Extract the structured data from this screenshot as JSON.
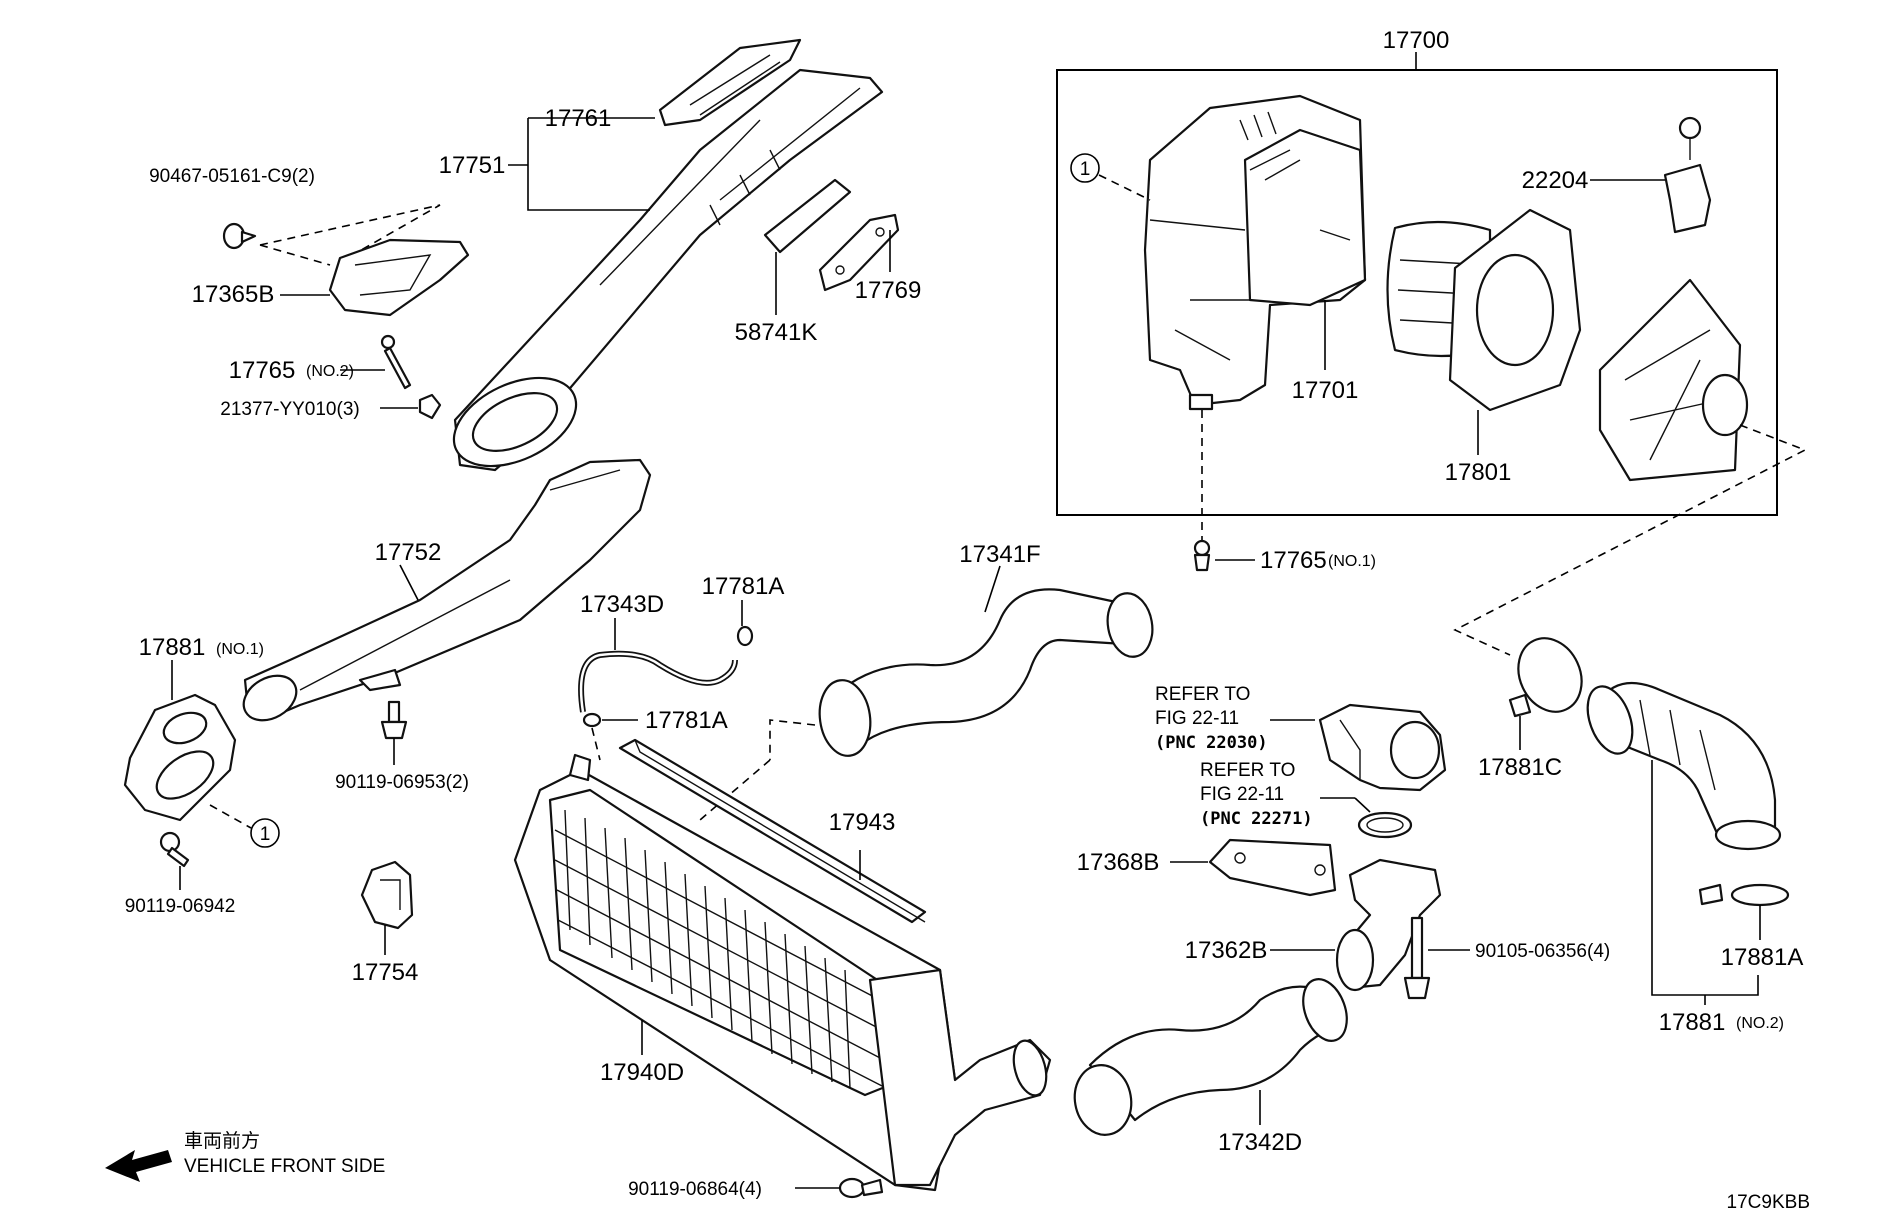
{
  "diagram": {
    "part_labels": {
      "p17700": "17700",
      "p17761": "17761",
      "p17751": "17751",
      "p90467": "90467-05161-C9(2)",
      "p17365B": "17365B",
      "p17765_no2": "17765",
      "p17765_no2_sub": "(NO.2)",
      "p21377": "21377-YY010(3)",
      "p58741K": "58741K",
      "p17769": "17769",
      "p22204": "22204",
      "p17701": "17701",
      "p17801": "17801",
      "p17765_no1": "17765",
      "p17765_no1_sub": "(NO.1)",
      "p17752": "17752",
      "p17881_no1": "17881",
      "p17881_no1_sub": "(NO.1)",
      "p90119_06953": "90119-06953(2)",
      "p90119_06942": "90119-06942",
      "p17754": "17754",
      "p17343D": "17343D",
      "p17781A_top": "17781A",
      "p17781A_mid": "17781A",
      "p17341F": "17341F",
      "p17943": "17943",
      "p17940D": "17940D",
      "p90119_06864": "90119-06864(4)",
      "p17368B": "17368B",
      "p17362B": "17362B",
      "p90105": "90105-06356(4)",
      "p17342D": "17342D",
      "p17881C": "17881C",
      "p17881A_right": "17881A",
      "p17881_no2": "17881",
      "p17881_no2_sub": "(NO.2)"
    },
    "refer_notes": [
      {
        "line1": "REFER TO",
        "line2": "FIG 22-11",
        "pnc": "(PNC 22030)"
      },
      {
        "line1": "REFER TO",
        "line2": "FIG 22-11",
        "pnc": "(PNC 22271)"
      }
    ],
    "callout_marker": "1",
    "direction": {
      "jp": "車両前方",
      "en": "VEHICLE FRONT SIDE"
    },
    "figure_code": "17C9KBB"
  }
}
